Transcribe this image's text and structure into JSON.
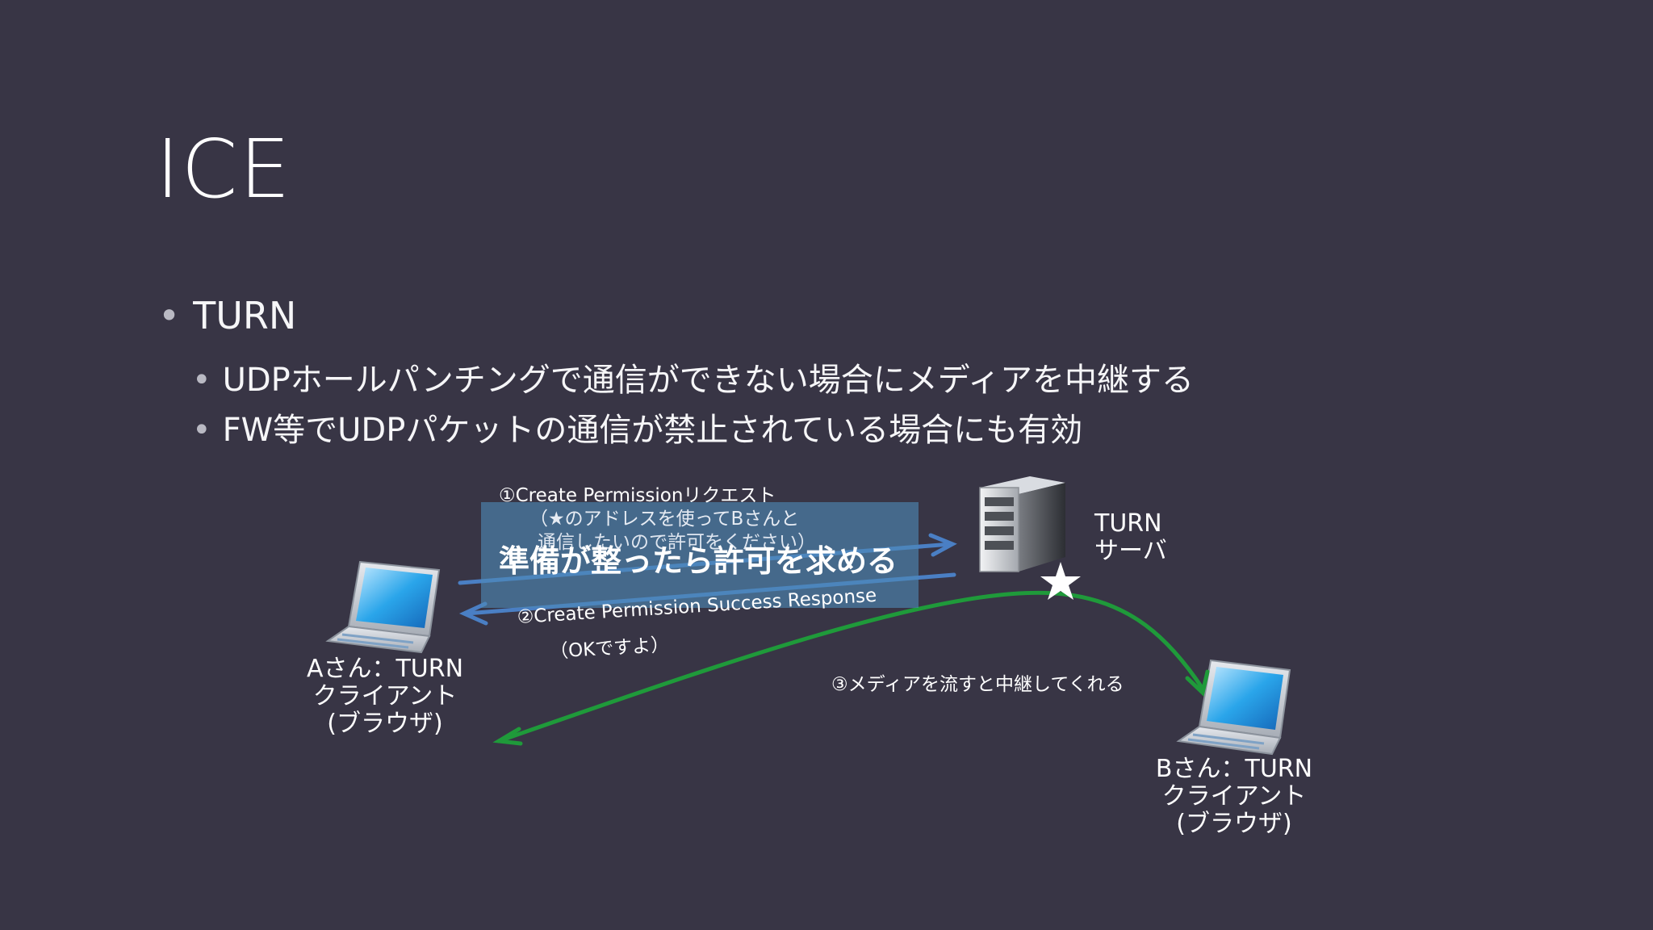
{
  "slide": {
    "title": "ICE",
    "bullet": "TURN",
    "subbullets": [
      "UDPホールパンチングで通信ができない場合にメディアを中継する",
      "FW等でUDPパケットの通信が禁止されている場合にも有効"
    ]
  },
  "diagram": {
    "client_a": [
      "Aさん：TURN",
      "クライアント",
      "(ブラウザ)"
    ],
    "client_b": [
      "Bさん：TURN",
      "クライアント",
      "(ブラウザ)"
    ],
    "server": [
      "TURN",
      "サーバ"
    ],
    "step1": [
      "①Create Permissionリクエスト",
      "（★のアドレスを使ってBさんと",
      "通信したいので許可をください）"
    ],
    "step2": [
      "②Create Permission Success Response",
      "（OKですよ）"
    ],
    "step3": "③メディアを流すと中継してくれる",
    "caption": "準備が整ったら許可を求める"
  },
  "colors": {
    "background": "#383545",
    "blue_arrow": "#4a7fc4",
    "green_arrow": "#1f9a3a",
    "caption_box": "#4d89b7"
  }
}
